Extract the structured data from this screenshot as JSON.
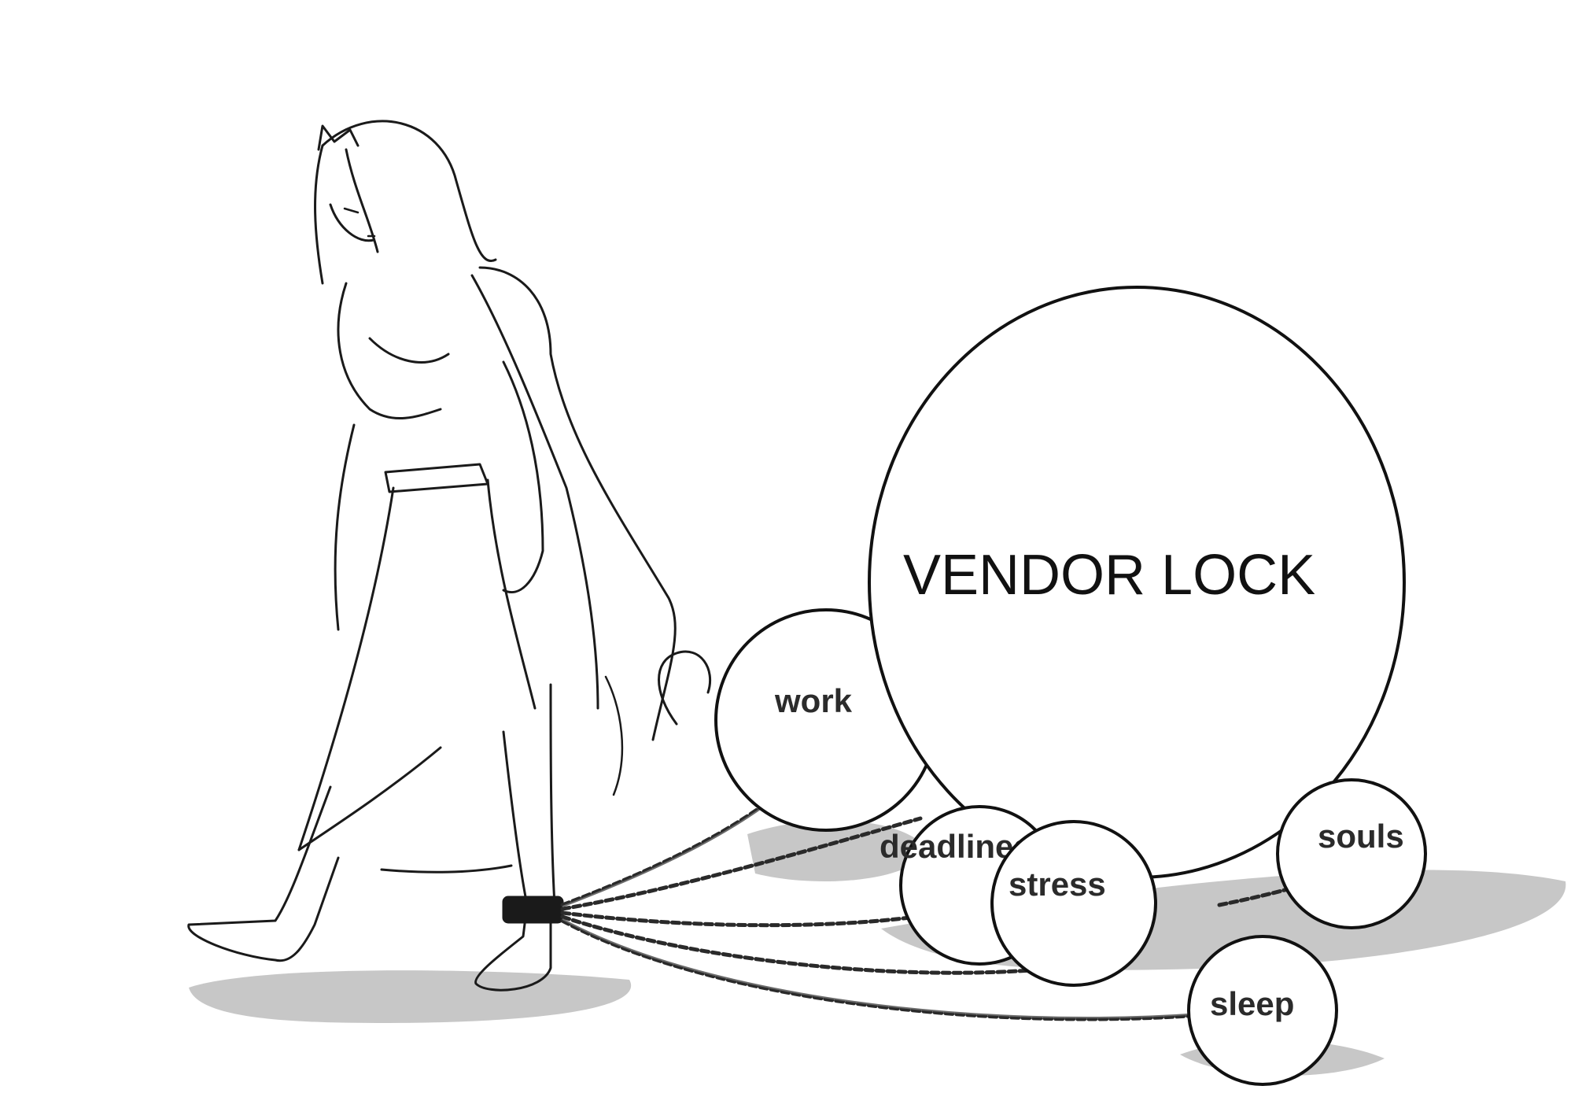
{
  "balls": {
    "vendor_lock": "VENDOR LOCK",
    "work": "work",
    "deadlines": "deadlines",
    "stress": "stress",
    "souls": "souls",
    "sleep": "sleep"
  },
  "colors": {
    "ink": "#111111",
    "shadow": "#bdbdbd",
    "background": "#ffffff"
  }
}
